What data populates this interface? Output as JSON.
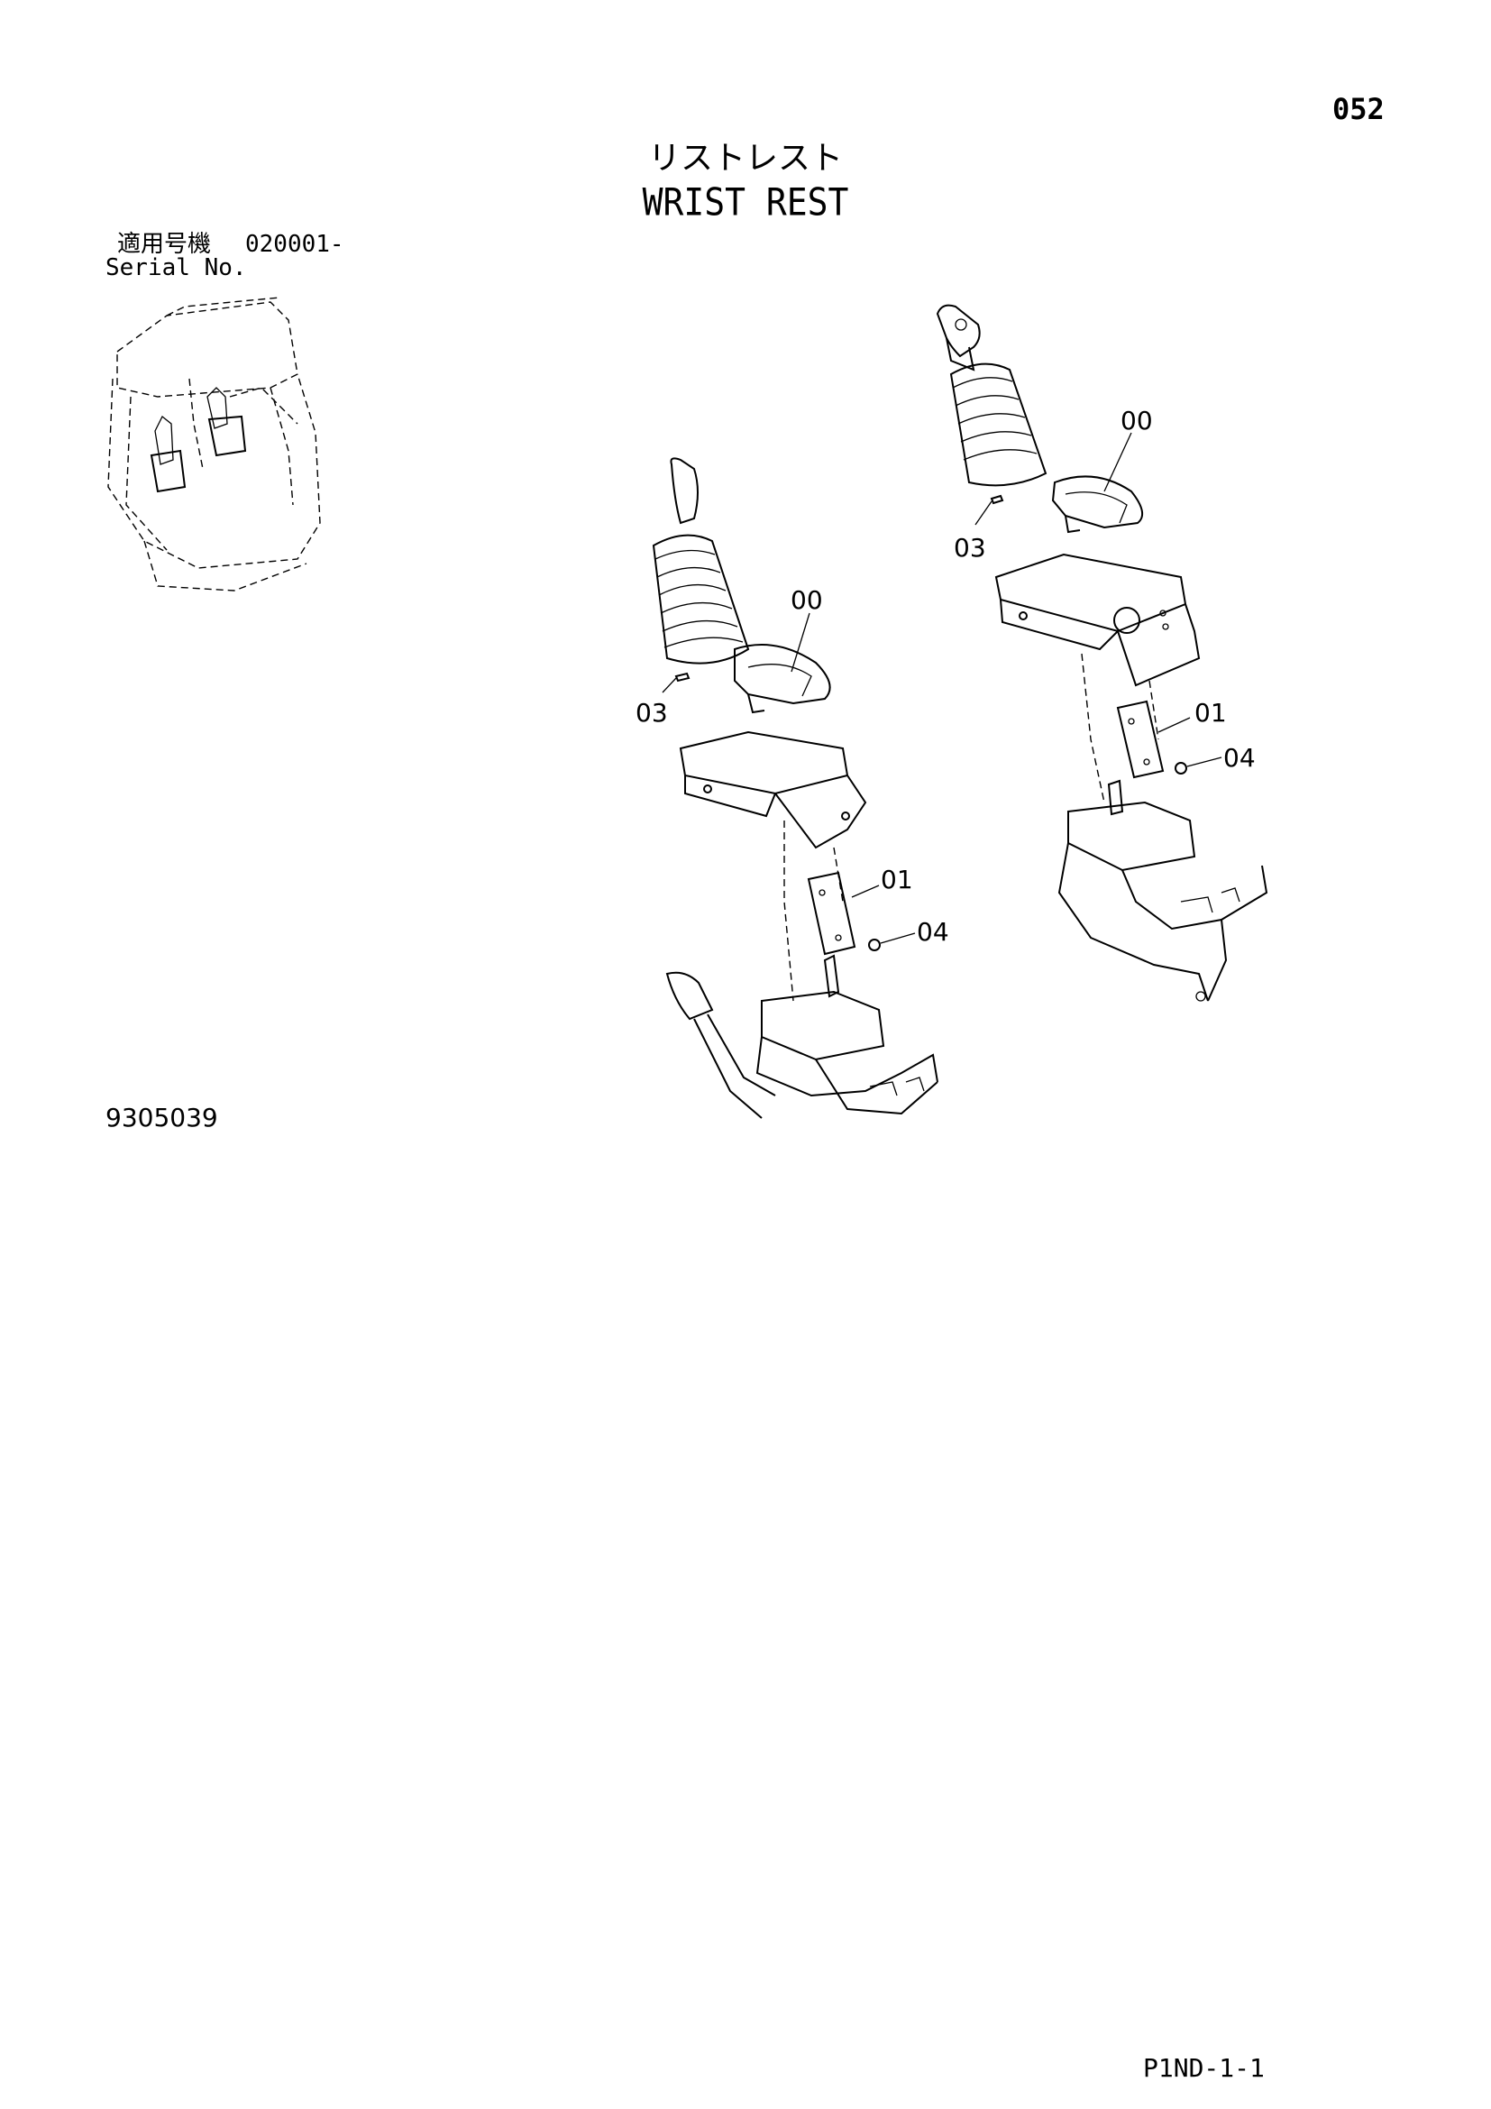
{
  "header": {
    "page_number": "052",
    "title_jp": "リストレスト",
    "title_en": "WRIST REST"
  },
  "serial": {
    "label_jp": "適用号機",
    "value": "020001-",
    "label_en": "Serial No."
  },
  "figure": {
    "number": "9305039",
    "callouts": [
      "00",
      "03",
      "01",
      "04"
    ]
  },
  "footer": {
    "code": "P1ND-1-1"
  }
}
